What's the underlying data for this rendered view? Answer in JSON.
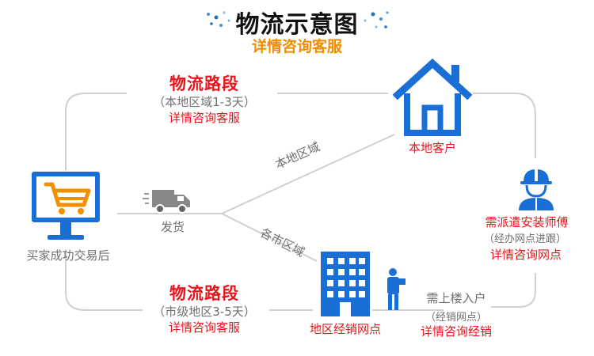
{
  "header": {
    "title": "物流示意图",
    "subtitle": "详情咨询客服"
  },
  "top_route": {
    "heading": "物流路段",
    "scope": "（本地区域1-3天）",
    "contact": "详情咨询客服"
  },
  "bottom_route": {
    "heading": "物流路段",
    "scope": "（市级地区3-5天）",
    "contact": "详情咨询客服"
  },
  "buyer": {
    "label": "买家成功交易后"
  },
  "ship": {
    "label": "发货"
  },
  "branch_labels": {
    "local": "本地区域",
    "city": "各市区域"
  },
  "local_customer": {
    "label": "本地客户"
  },
  "installer": {
    "line1": "需派遣安装师傅",
    "line2": "（经办网点进跟）",
    "line3": "详情咨询网点"
  },
  "dealer": {
    "label": "地区经销网点"
  },
  "delivery": {
    "line1": "需上楼入户",
    "line2": "（经销网点）",
    "line3": "详情咨询经销"
  },
  "colors": {
    "accent_blue": "#1a6fd6",
    "cart_orange": "#f29100",
    "red": "#e8141b",
    "line_gray": "#c8c8c8",
    "title_orange": "#f08c00"
  }
}
